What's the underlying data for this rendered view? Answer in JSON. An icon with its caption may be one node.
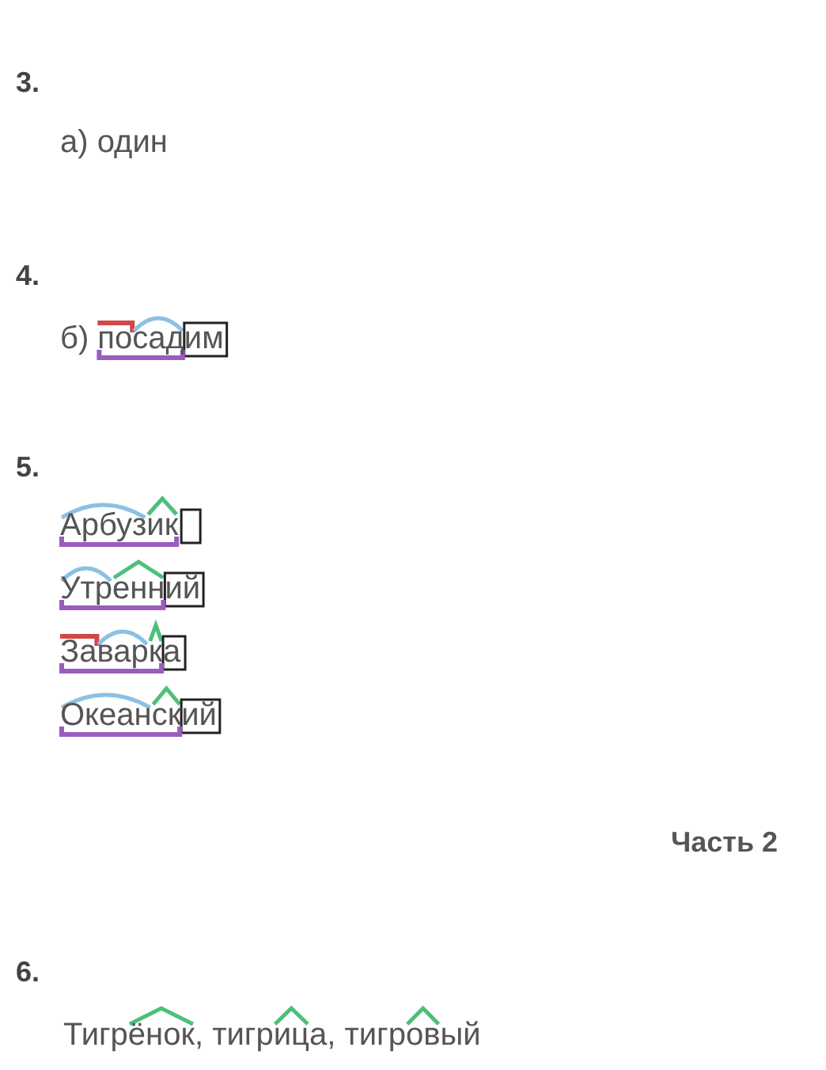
{
  "diagram": {
    "labels": [
      "3.",
      "а) один",
      "4.",
      "б) посадим",
      "5.",
      "Арбузик",
      "Утренний",
      "Заварка",
      "Океанский",
      "Часть 2",
      "6.",
      "Тигрёнок, тигрица, тигровый"
    ]
  }
}
